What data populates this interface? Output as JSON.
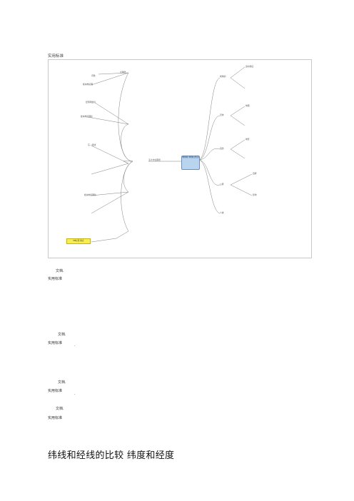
{
  "header": {
    "label": "实用标准"
  },
  "mindmap": {
    "center": "地球和\n地球仪知识",
    "left_branch": "五大方位图谱",
    "left_nodes": [
      "全球陆",
      "问陆",
      "板块构造图",
      "经纬网坐标",
      "板块构造理论",
      "东—经线",
      "板块构造理论"
    ],
    "right_nodes": [
      "地球的",
      "运动特征",
      "天体",
      "地图",
      "自然",
      "地形",
      "公转",
      "自转",
      "人类",
      "影响"
    ],
    "highlight": "PM标签 重点"
  },
  "page_marks": [
    {
      "doc": "文档.",
      "std": "实用标准"
    },
    {
      "doc": "文档.",
      "std": "实用标准"
    },
    {
      "doc": "文档.",
      "std": "实用标准"
    },
    {
      "doc": "文档.",
      "std": "实用标准"
    }
  ],
  "dot": ".",
  "title": "纬线和经线的比较  纬度和经度"
}
